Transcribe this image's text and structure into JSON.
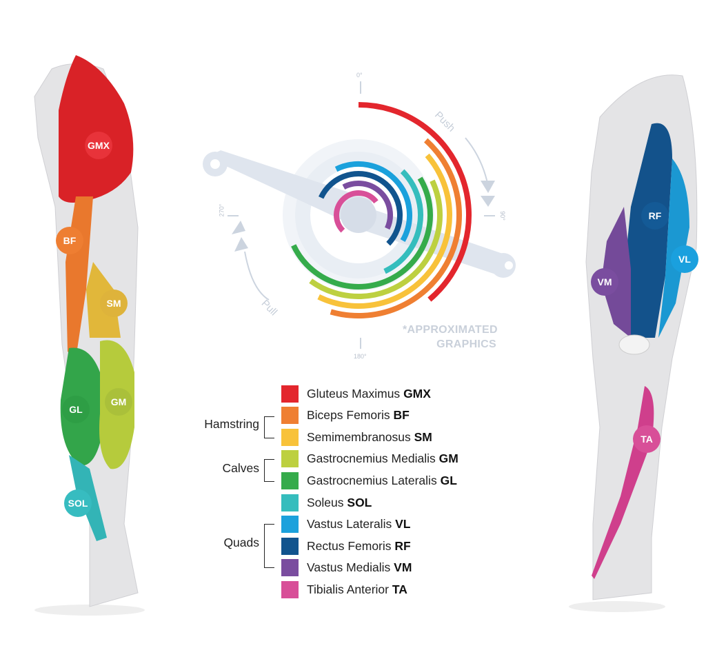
{
  "legend": {
    "items": [
      {
        "name": "Gluteus Maximus",
        "abbr": "GMX",
        "color": "#e3262d"
      },
      {
        "name": "Biceps Femoris",
        "abbr": "BF",
        "color": "#ef7f32"
      },
      {
        "name": "Semimembranosus",
        "abbr": "SM",
        "color": "#f8c23a"
      },
      {
        "name": "Gastrocnemius Medialis",
        "abbr": "GM",
        "color": "#bdd040"
      },
      {
        "name": "Gastrocnemius Lateralis",
        "abbr": "GL",
        "color": "#35ab4b"
      },
      {
        "name": "Soleus",
        "abbr": "SOL",
        "color": "#35bdbd"
      },
      {
        "name": "Vastus Lateralis",
        "abbr": "VL",
        "color": "#1ba1dc"
      },
      {
        "name": "Rectus Femoris",
        "abbr": "RF",
        "color": "#11548e"
      },
      {
        "name": "Vastus Medialis",
        "abbr": "VM",
        "color": "#7a4d9f"
      },
      {
        "name": "Tibialis Anterior",
        "abbr": "TA",
        "color": "#d84f98"
      }
    ],
    "groups": {
      "hamstring": "Hamstring",
      "calves": "Calves",
      "quads": "Quads"
    }
  },
  "diagram": {
    "angle_labels": {
      "top": "0°",
      "right": "90°",
      "bottom": "180°",
      "left": "270°"
    },
    "push_label": "Push",
    "pull_label": "Pull",
    "note_line1": "*APPROXIMATED",
    "note_line2": "GRAPHICS",
    "activation_arcs_degrees": [
      {
        "abbr": "GMX",
        "start": 0,
        "end": 140
      },
      {
        "abbr": "BF",
        "start": 42,
        "end": 196
      },
      {
        "abbr": "SM",
        "start": 49,
        "end": 206
      },
      {
        "abbr": "GM",
        "start": 65,
        "end": 216
      },
      {
        "abbr": "GL",
        "start": 59,
        "end": 245
      },
      {
        "abbr": "SOL",
        "start": 45,
        "end": 155
      },
      {
        "abbr": "VL",
        "start": 334,
        "end": 120
      },
      {
        "abbr": "RF",
        "start": 295,
        "end": 134
      },
      {
        "abbr": "VM",
        "start": 332,
        "end": 115
      },
      {
        "abbr": "TA",
        "start": 225,
        "end": 53
      }
    ]
  },
  "back_leg_badges": [
    "GMX",
    "BF",
    "SM",
    "GL",
    "GM",
    "SOL"
  ],
  "front_leg_badges": [
    "RF",
    "VL",
    "VM",
    "TA"
  ]
}
